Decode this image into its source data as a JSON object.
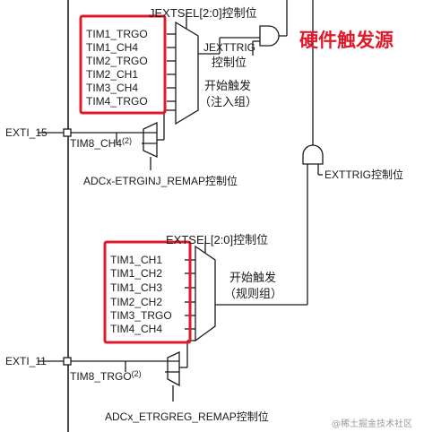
{
  "injected": {
    "sel_label": "JEXTSEL[2:0]控制位",
    "inputs": [
      "TIM1_TRGO",
      "TIM1_CH4",
      "TIM2_TRGO",
      "TIM2_CH1",
      "TIM3_CH4",
      "TIM4_TRGO"
    ],
    "trig_label_1": "JEXTTRIG",
    "trig_label_2": "控制位",
    "start_label_1": "开始触发",
    "start_label_2": "（注入组）",
    "exti_label": "EXTI_15",
    "alt_input": "TIM8_CH4",
    "alt_sup": "(2)",
    "remap_label": "ADCx-ETRGINJ_REMAP控制位"
  },
  "annotation": "硬件触发源",
  "exttrig_label": "EXTTRIG控制位",
  "regular": {
    "sel_label": "EXTSEL[2:0]控制位",
    "inputs": [
      "TIM1_CH1",
      "TIM1_CH2",
      "TIM1_CH3",
      "TIM2_CH2",
      "TIM3_TRGO",
      "TIM4_CH4"
    ],
    "start_label_1": "开始触发",
    "start_label_2": "（规则组）",
    "exti_label": "EXTI_11",
    "alt_input": "TIM8_TRGO",
    "alt_sup": "(2)",
    "remap_label": "ADCx_ETRGREG_REMAP控制位"
  },
  "watermark": "@稀土掘金技术社区",
  "colors": {
    "line": "#1a1a1a",
    "highlight": "#e0192b"
  }
}
